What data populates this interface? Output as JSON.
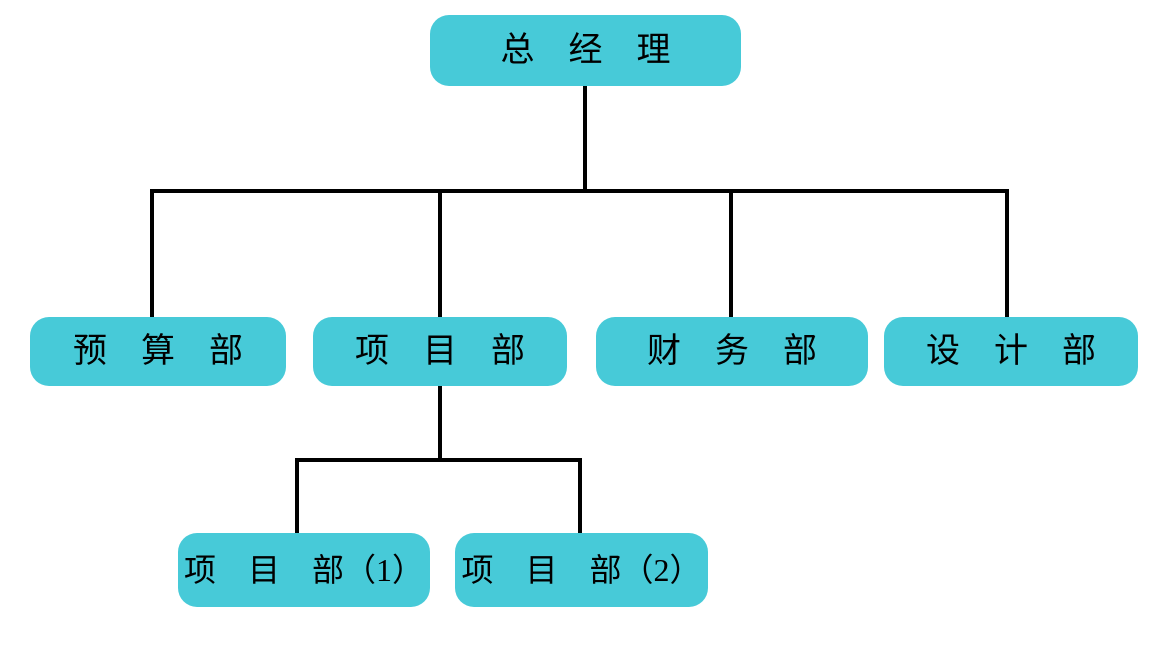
{
  "diagram": {
    "type": "org-chart",
    "colors": {
      "background": "#ffffff",
      "node_fill": "#47cad8",
      "connector": "#000000",
      "text": "#000000"
    },
    "nodes": [
      {
        "id": "general-manager",
        "label": "总　经　理",
        "level": 1,
        "parent": null
      },
      {
        "id": "budget-dept",
        "label": "预　算　部",
        "level": 2,
        "parent": "general-manager"
      },
      {
        "id": "project-dept",
        "label": "项　目　部",
        "level": 2,
        "parent": "general-manager"
      },
      {
        "id": "finance-dept",
        "label": "财　务　部",
        "level": 2,
        "parent": "general-manager"
      },
      {
        "id": "design-dept",
        "label": "设　计　部",
        "level": 2,
        "parent": "general-manager"
      },
      {
        "id": "project-dept-1",
        "label": "项　目　部（1）",
        "level": 3,
        "parent": "project-dept"
      },
      {
        "id": "project-dept-2",
        "label": "项　目　部（2）",
        "level": 3,
        "parent": "project-dept"
      }
    ],
    "edges": [
      {
        "from": "general-manager",
        "to": "budget-dept"
      },
      {
        "from": "general-manager",
        "to": "project-dept"
      },
      {
        "from": "general-manager",
        "to": "finance-dept"
      },
      {
        "from": "general-manager",
        "to": "design-dept"
      },
      {
        "from": "project-dept",
        "to": "project-dept-1"
      },
      {
        "from": "project-dept",
        "to": "project-dept-2"
      }
    ]
  }
}
